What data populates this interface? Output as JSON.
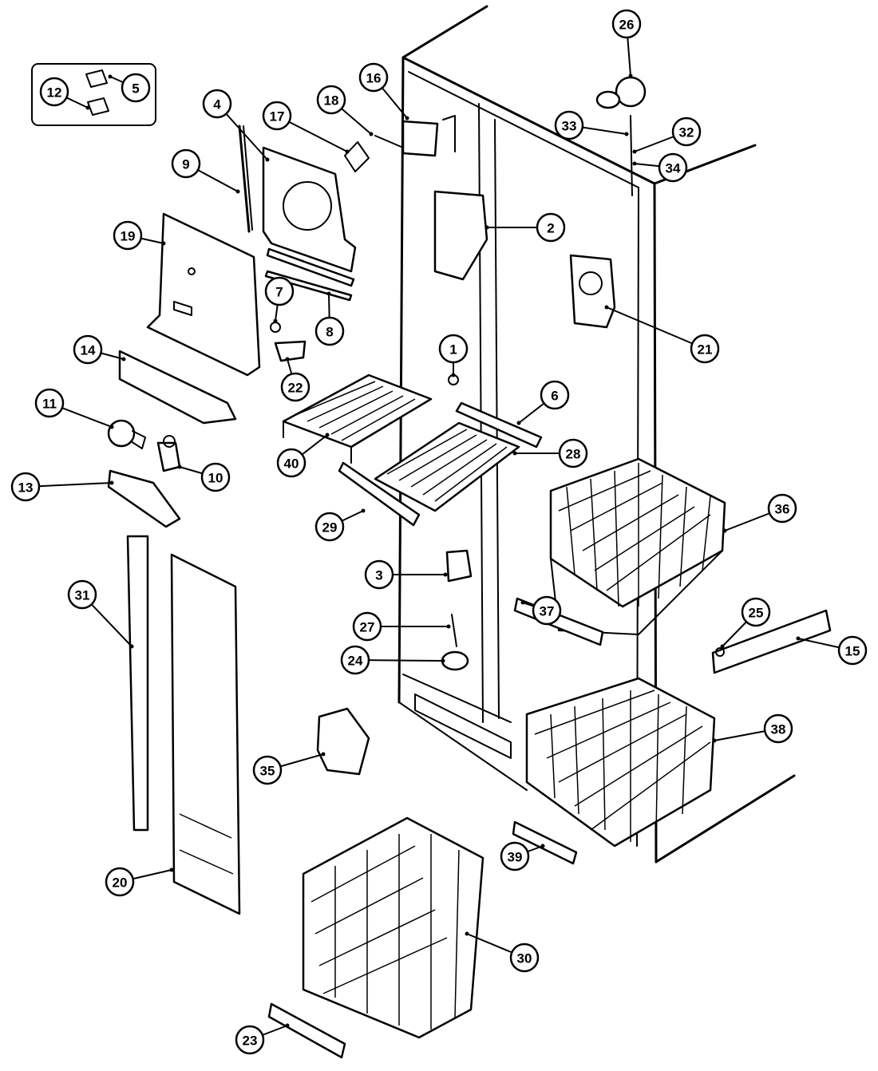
{
  "colors": {
    "ink": "#000000",
    "paper": "#ffffff"
  },
  "callouts": [
    {
      "label": "1"
    },
    {
      "label": "2"
    },
    {
      "label": "3"
    },
    {
      "label": "4"
    },
    {
      "label": "5"
    },
    {
      "label": "6"
    },
    {
      "label": "7"
    },
    {
      "label": "8"
    },
    {
      "label": "9"
    },
    {
      "label": "10"
    },
    {
      "label": "11"
    },
    {
      "label": "12"
    },
    {
      "label": "13"
    },
    {
      "label": "14"
    },
    {
      "label": "15"
    },
    {
      "label": "16"
    },
    {
      "label": "17"
    },
    {
      "label": "18"
    },
    {
      "label": "19"
    },
    {
      "label": "20"
    },
    {
      "label": "21"
    },
    {
      "label": "22"
    },
    {
      "label": "23"
    },
    {
      "label": "24"
    },
    {
      "label": "25"
    },
    {
      "label": "26"
    },
    {
      "label": "27"
    },
    {
      "label": "28"
    },
    {
      "label": "29"
    },
    {
      "label": "30"
    },
    {
      "label": "31"
    },
    {
      "label": "32"
    },
    {
      "label": "33"
    },
    {
      "label": "34"
    },
    {
      "label": "35"
    },
    {
      "label": "36"
    },
    {
      "label": "37"
    },
    {
      "label": "38"
    },
    {
      "label": "39"
    },
    {
      "label": "40"
    }
  ]
}
